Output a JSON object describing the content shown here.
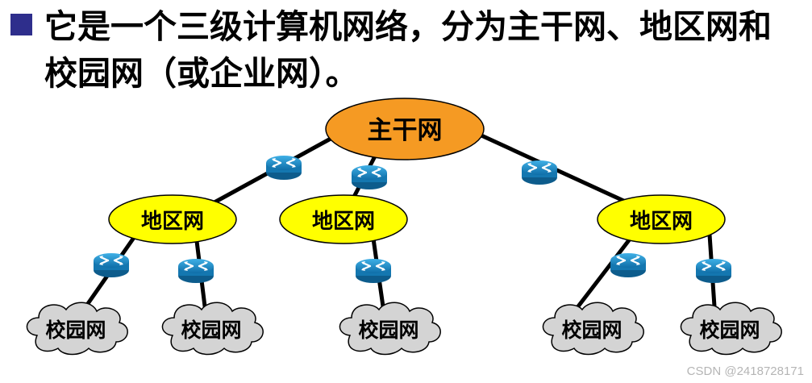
{
  "header": {
    "text": "它是一个三级计算机网络，分为主干网、地区网和校园网（或企业网）。"
  },
  "diagram": {
    "backbone_label": "主干网",
    "regional_labels": [
      "地区网",
      "地区网",
      "地区网"
    ],
    "campus_labels": [
      "校园网",
      "校园网",
      "校园网",
      "校园网",
      "校园网"
    ],
    "colors": {
      "backbone_fill": "#f59a23",
      "regional_fill": "#ffff00",
      "cloud_fill": "#d4d4d4",
      "router_fill": "#1b8bc7",
      "link": "#000000",
      "bullet": "#2e2e8c"
    },
    "icon_names": [
      "router-icon",
      "cloud-icon"
    ]
  },
  "watermark": "CSDN @2418728171"
}
